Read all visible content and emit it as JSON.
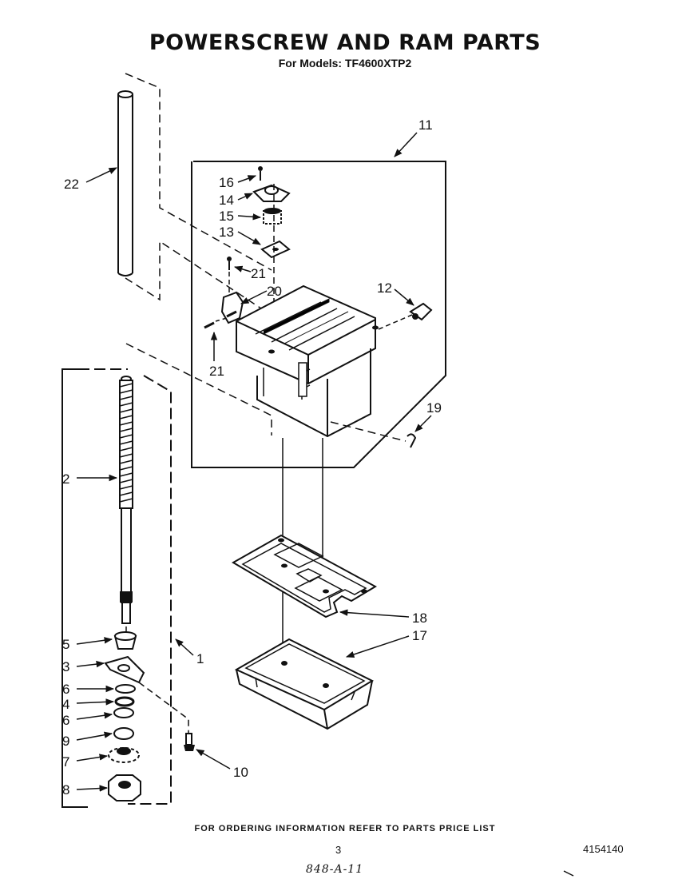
{
  "title": "POWERSCREW AND RAM PARTS",
  "subtitle": "For Models: TF4600XTP2",
  "footer_note": "FOR ORDERING INFORMATION REFER TO PARTS PRICE LIST",
  "page_number": "3",
  "document_number": "4154140",
  "handwritten_note": "848-A-11",
  "callouts": {
    "c1": "1",
    "c2": "2",
    "c3": "3",
    "c4": "4",
    "c5": "5",
    "c6a": "6",
    "c6b": "6",
    "c7": "7",
    "c8": "8",
    "c9": "9",
    "c10": "10",
    "c11": "11",
    "c12": "12",
    "c13": "13",
    "c14": "14",
    "c15": "15",
    "c16": "16",
    "c17": "17",
    "c18": "18",
    "c19": "19",
    "c20": "20",
    "c21a": "21",
    "c21b": "21",
    "c22": "22"
  }
}
